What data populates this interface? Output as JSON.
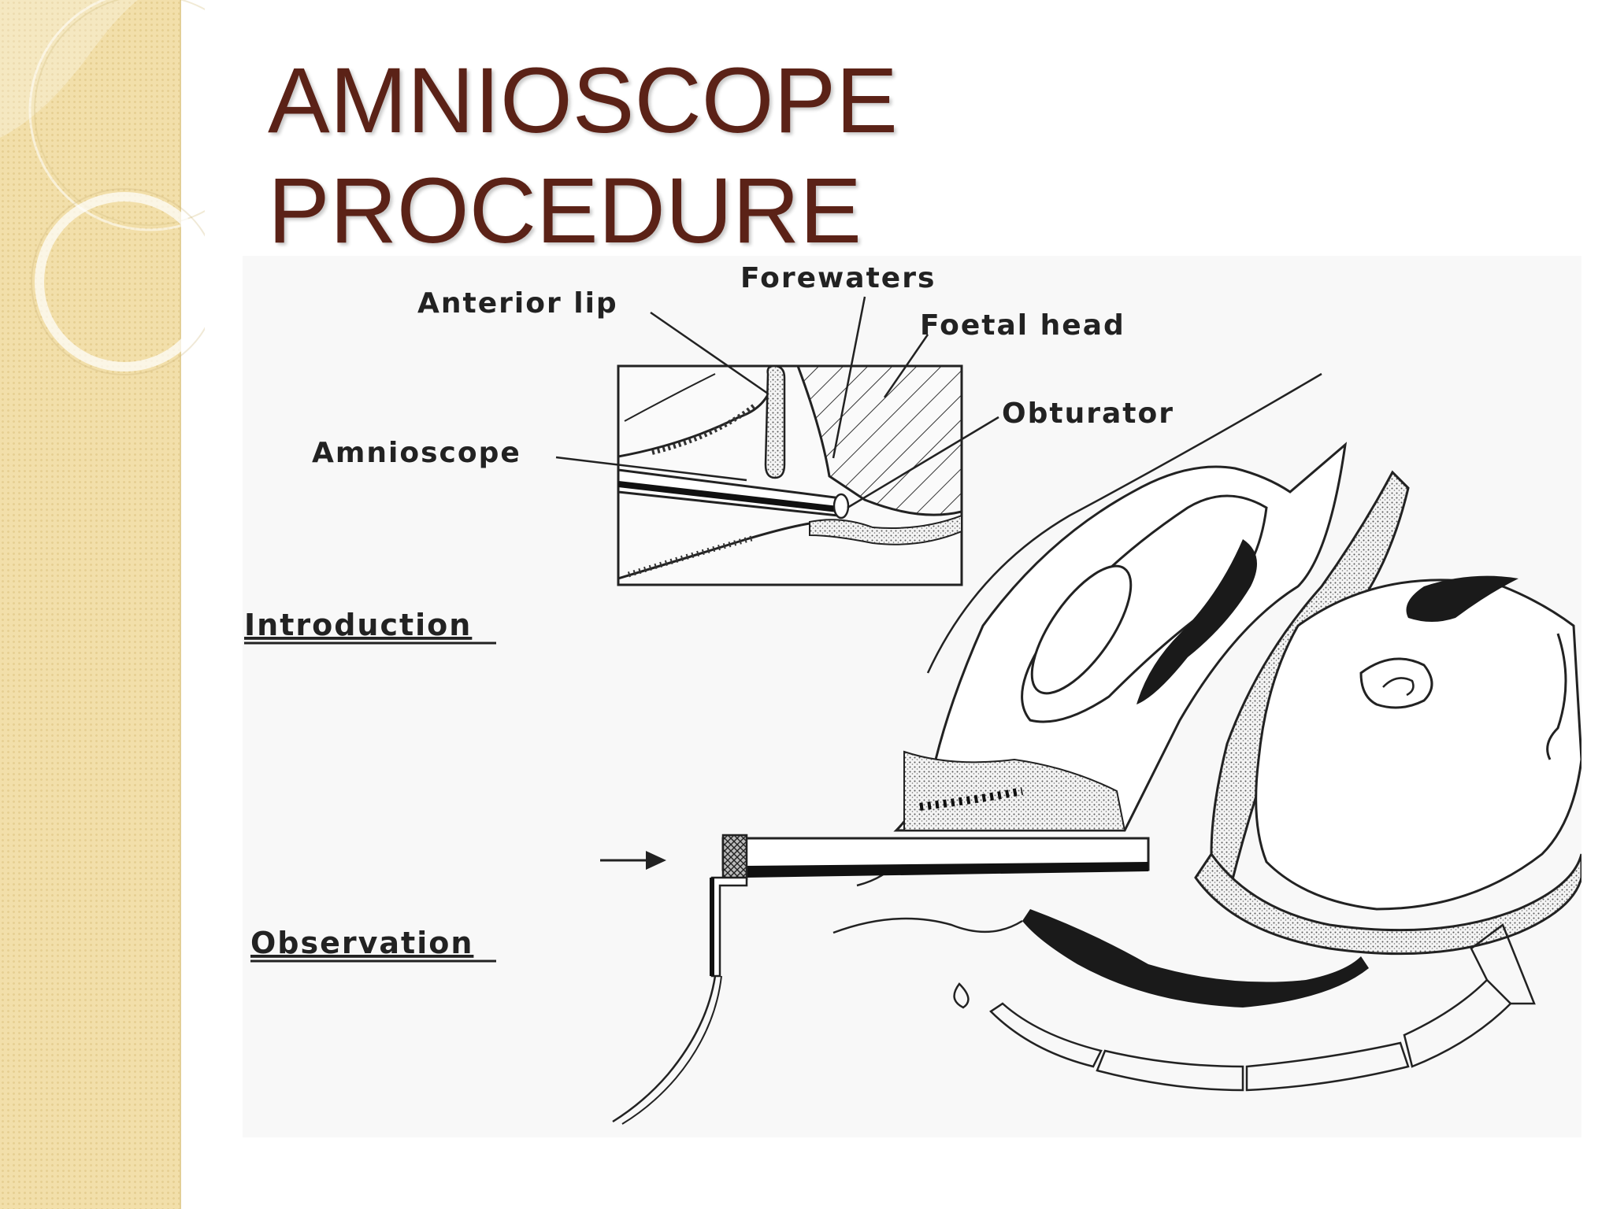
{
  "slide": {
    "title_line1": "AMNIOSCOPE",
    "title_line2": "PROCEDURE"
  },
  "diagram": {
    "labels": {
      "forewaters": "Forewaters",
      "anterior_lip": "Anterior lip",
      "foetal_head": "Foetal head",
      "obturator": "Obturator",
      "amnioscope": "Amnioscope",
      "introduction": "Introduction",
      "observation": "Observation"
    }
  },
  "colors": {
    "title": "#5b2217",
    "sidebar": "#f2dfaa",
    "background": "#ffffff",
    "ink": "#222222"
  }
}
